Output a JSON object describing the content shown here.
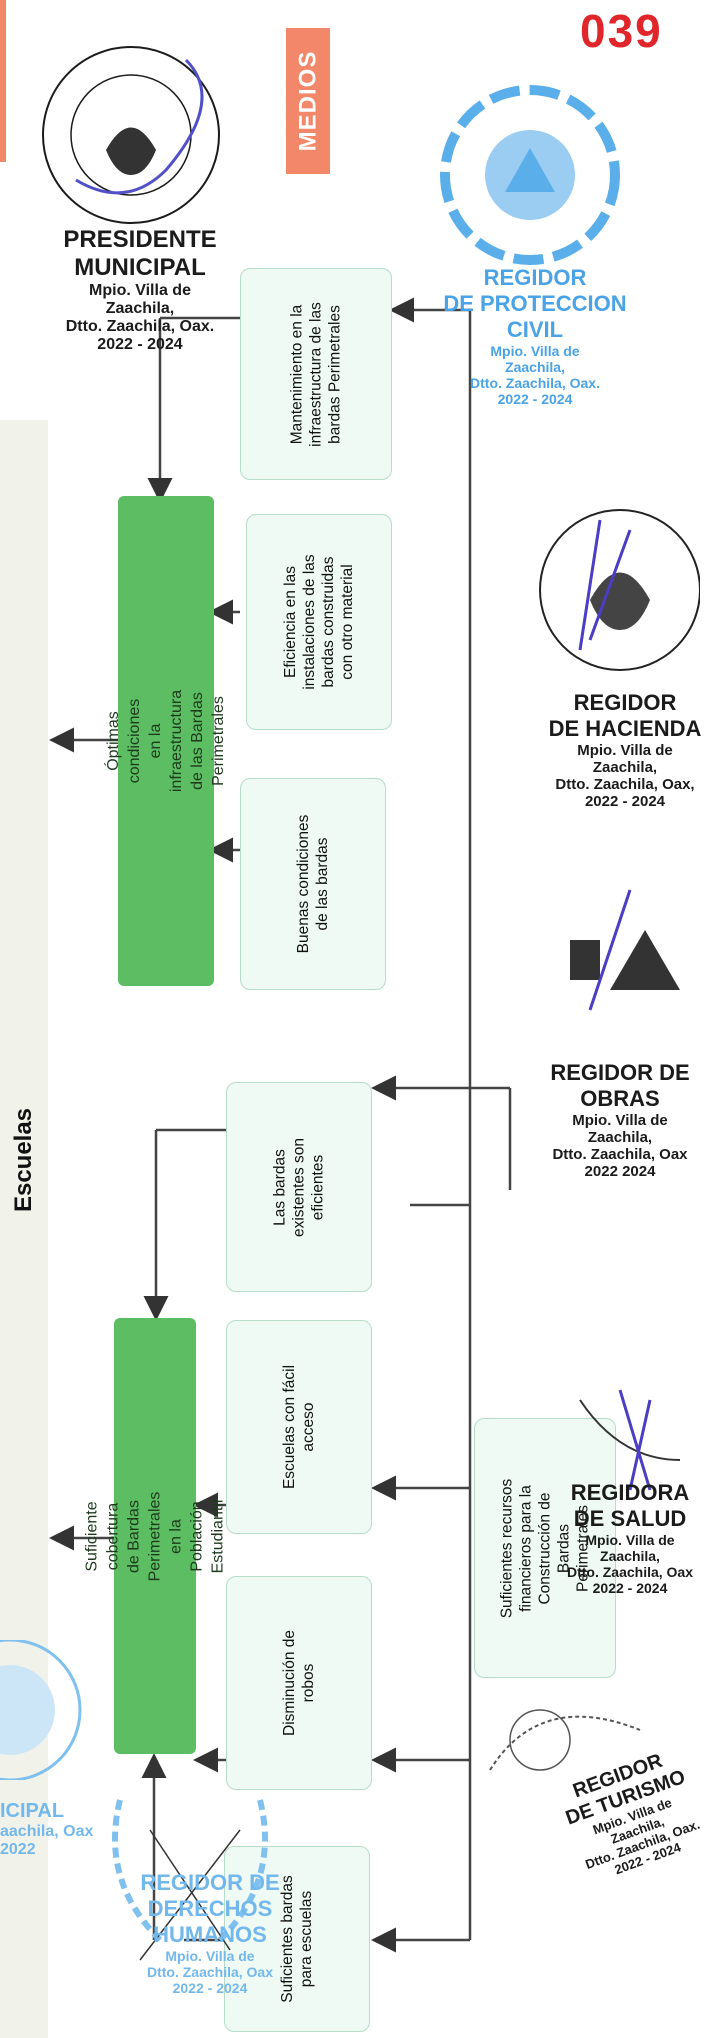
{
  "page_number": "039",
  "side_tag": "MEDIOS",
  "band_title": "Escuelas",
  "diagram": {
    "upper_means": [
      "Mantenimiento en la infraestructura de las bardas Perimetrales",
      "Eficiencia en las instalaciones de las bardas construidas con otro material",
      "Buenas condiciones de las bardas"
    ],
    "upper_end": "Óptimas condiciones en la infraestructura de las Bardas Perimetrales",
    "lower_means": [
      "Las bardas existentes son eficientes",
      "Escuelas con fácil acceso",
      "Disminución de robos",
      "Suficientes bardas para escuelas"
    ],
    "lower_end": "Suficiente cobertura de Bardas Perimetrales en la Población Estudiantil",
    "root_means": "Suficientes recursos financieros para la Construcción de Bardas Perimetrales"
  },
  "seals": {
    "presidente": [
      "PRESIDENTE",
      "MUNICIPAL",
      "Mpio. Villa de",
      "Zaachila,",
      "Dtto. Zaachila, Oax.",
      "2022 - 2024"
    ],
    "proteccion_civil": [
      "REGIDOR",
      "DE PROTECCION",
      "CIVIL",
      "Mpio. Villa de",
      "Zaachila,",
      "Dtto. Zaachila, Oax.",
      "2022 - 2024"
    ],
    "hacienda": [
      "REGIDOR",
      "DE HACIENDA",
      "Mpio. Villa de",
      "Zaachila,",
      "Dtto. Zaachila, Oax,",
      "2022 - 2024"
    ],
    "obras": [
      "REGIDOR DE",
      "OBRAS",
      "Mpio. Villa de",
      "Zaachila,",
      "Dtto. Zaachila, Oax",
      "2022 2024"
    ],
    "salud": [
      "REGIDORA",
      "DE SALUD",
      "Mpio. Villa de",
      "Zaachila,",
      "Dtto. Zaachila, Oax",
      "2022 - 2024"
    ],
    "turismo": [
      "REGIDOR",
      "DE TURISMO",
      "Mpio. Villa de",
      "Zaachila,",
      "Dtto. Zaachila, Oax.",
      "2022 - 2024"
    ],
    "derechos_humanos": [
      "REGIDOR DE",
      "DERECHOS",
      "HUMANOS",
      "Mpio. Villa de",
      "Dtto. Zaachila, Oax",
      "2022 - 2024"
    ],
    "sindica": [
      "ICIPAL",
      "aachila, Oax",
      "2022"
    ]
  }
}
